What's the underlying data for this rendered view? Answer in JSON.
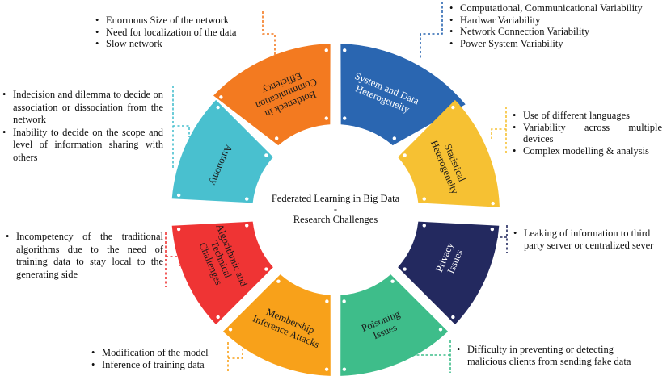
{
  "center": {
    "line1": "Federated Learning in Big Data",
    "line2": "-",
    "line3": "Research Challenges"
  },
  "colors": {
    "heterogeneity": "#2a66b1",
    "statistical": "#f6c133",
    "privacy": "#23295f",
    "poisoning": "#3ebd8a",
    "membership": "#f8a11a",
    "algorithmic": "#ef3434",
    "autonomy": "#49c0cf",
    "bottleneck": "#f37a20"
  },
  "segments": [
    {
      "id": "heterogeneity",
      "lines": [
        "System and Data",
        "Heterogeneity"
      ]
    },
    {
      "id": "statistical",
      "lines": [
        "Statistical",
        "Heterogeneity"
      ]
    },
    {
      "id": "privacy",
      "lines": [
        "Privacy",
        "Issues"
      ]
    },
    {
      "id": "poisoning",
      "lines": [
        "Poisoning",
        "Issues"
      ]
    },
    {
      "id": "membership",
      "lines": [
        "Membership",
        "Inference Attacks"
      ]
    },
    {
      "id": "algorithmic",
      "lines": [
        "Algorithmic and",
        "Technical",
        "Challenges"
      ]
    },
    {
      "id": "autonomy",
      "lines": [
        "Autonomy"
      ]
    },
    {
      "id": "bottleneck",
      "lines": [
        "Bottleneck in",
        "Communication",
        "Efficiency"
      ]
    }
  ],
  "bullets": {
    "bottleneck": [
      "Enormous Size of the network",
      "Need for localization of the data",
      "Slow network"
    ],
    "heterogeneity": [
      "Computational, Communicational Variability",
      "Hardwar Variability",
      "Network Connection Variability",
      "Power System Variability"
    ],
    "autonomy": [
      "Indecision and dilemma to decide on association or dissociation from the network",
      "Inability to decide on the scope and level of information sharing with others"
    ],
    "statistical": [
      "Use of different languages",
      "Variability across multiple devices",
      "Complex modelling & analysis"
    ],
    "algorithmic": [
      "Incompetency of the traditional algorithms due to the need of training data to stay local to the generating side"
    ],
    "privacy": [
      "Leaking of information to third party server or centralized sever"
    ],
    "membership": [
      "Modification of the model",
      "Inference of training data"
    ],
    "poisoning": [
      "Difficulty in preventing or detecting malicious clients from sending fake data"
    ]
  }
}
